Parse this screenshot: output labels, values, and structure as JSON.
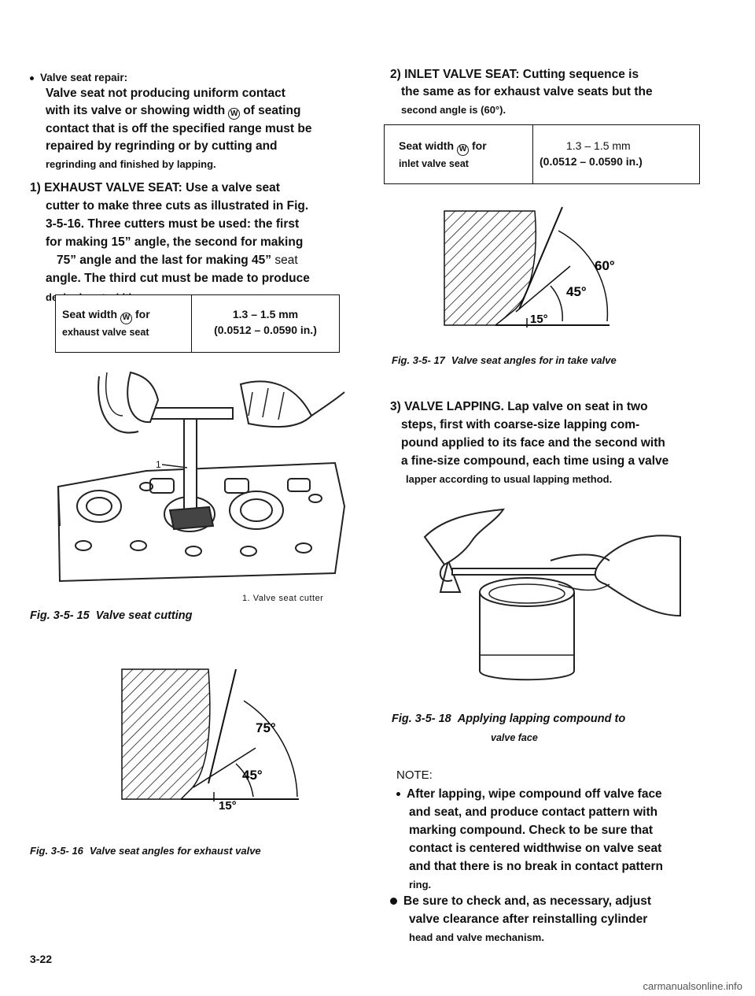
{
  "left": {
    "bullet_title": "Valve seat repair:",
    "para1": [
      "Valve seat not producing uniform contact",
      "with its valve or showing width",
      "of seating",
      "contact that is off the specified range must be",
      "repaired by regrinding or by cutting and",
      "regrinding and finished by lapping."
    ],
    "exhaust_para": [
      "1) EXHAUST VALVE SEAT: Use a valve seat",
      "cutter to make three cuts as illustrated in Fig.",
      "3-5-16. Three cutters must be used: the first",
      "for making 15” angle, the second for making",
      "75” angle and the last for making 45”",
      "seat",
      "angle. The third cut must be made to produce",
      "desired seat width"
    ],
    "exhaust_table": {
      "label_line1": "Seat width",
      "label_for": "for",
      "label_line2": "exhaust valve seat",
      "value_line1": "1.3 – 1.5 mm",
      "value_line2": "(0.0512 – 0.0590 in.)"
    },
    "fig15": {
      "callout_number": "1",
      "legend": "1. Valve seat cutter",
      "fig_id": "Fig. 3-5- 15",
      "title": "Valve seat cutting"
    },
    "fig16": {
      "angles": [
        "75°",
        "45°",
        "15°"
      ],
      "fig_id": "Fig. 3-5- 16",
      "title": "Valve seat angles for exhaust valve"
    },
    "page_number": "3-22"
  },
  "right": {
    "inlet_para": [
      "2) INLET VALVE SEAT: Cutting sequence is",
      "the same as for exhaust valve seats but the",
      "second angle is (60°)."
    ],
    "inlet_table": {
      "label_line1": "Seat width",
      "label_for": "for",
      "label_line2": "inlet valve seat",
      "value_line1": "1.3 – 1.5 mm",
      "value_line2": "(0.0512 – 0.0590 in.)"
    },
    "fig17": {
      "angles": [
        "60°",
        "45°",
        "15°"
      ],
      "fig_id": "Fig. 3-5- 17",
      "title": "Valve seat angles for in take valve"
    },
    "lapping_para": [
      "3) VALVE LAPPING. Lap valve on seat in two",
      "steps, first with coarse-size lapping com-",
      "pound applied to its face and the second with",
      "a fine-size compound, each time using a valve",
      "lapper according to usual lapping method."
    ],
    "fig18": {
      "fig_id": "Fig. 3-5- 18",
      "title_line1": "Applying lapping compound to",
      "title_line2": "valve face"
    },
    "note_heading": "NOTE:",
    "note1": [
      "After lapping, wipe compound off valve face",
      "and seat, and produce contact pattern with",
      "marking compound. Check to be sure that",
      "contact is centered widthwise on valve seat",
      "and that there is no break in contact pattern",
      "ring."
    ],
    "note2": [
      "Be sure to check and, as necessary, adjust",
      "valve clearance after reinstalling cylinder",
      "head and valve mechanism."
    ]
  },
  "width_symbol": "W",
  "watermark": "carmanualsonline.info"
}
